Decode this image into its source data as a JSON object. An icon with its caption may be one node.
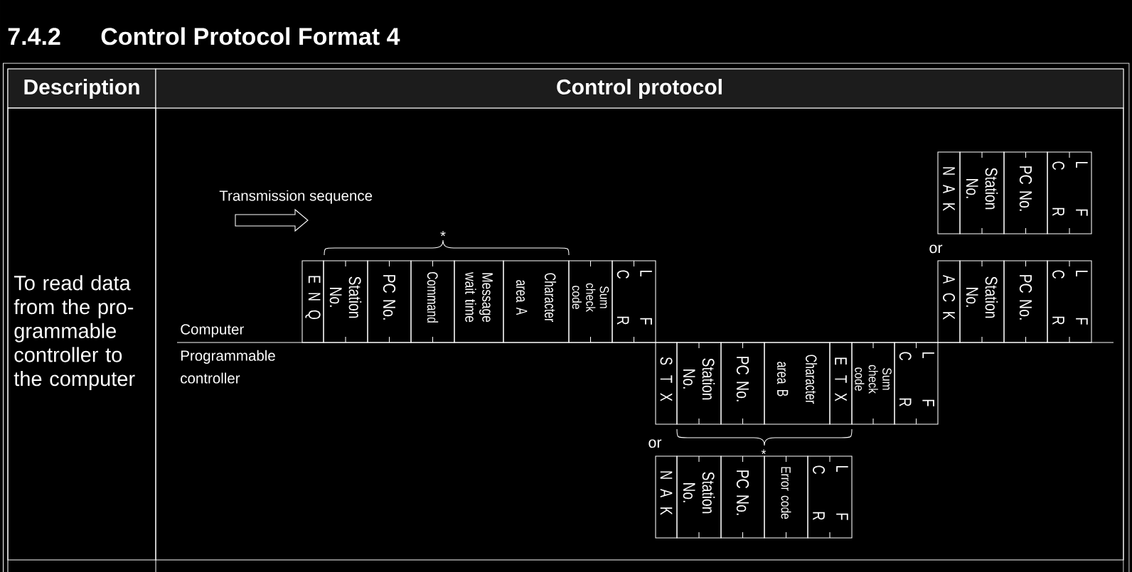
{
  "diagram": {
    "title": "Control Protocol Format 4",
    "nodes": [
      {
        "text": [
          "E N Q"
        ]
      },
      {
        "text": [
          "Station No."
        ]
      },
      {
        "text": [
          "PC No."
        ]
      },
      {
        "text": [
          "Command"
        ]
      },
      {
        "text": [
          "Message wait time"
        ]
      },
      {
        "text": [
          "Character area A"
        ]
      },
      {
        "text": [
          "Sum check code"
        ]
      },
      {
        "text": [
          "C R",
          "L F"
        ]
      },
      {
        "text": [
          "S T X"
        ]
      },
      {
        "text": [
          "Station No."
        ]
      },
      {
        "text": [
          "PC No."
        ]
      },
      {
        "text": [
          "Character area B"
        ]
      },
      {
        "text": [
          "E T X"
        ]
      },
      {
        "text": [
          "Sum check code"
        ]
      },
      {
        "text": [
          "C R",
          "L F"
        ]
      },
      {
        "text": [
          "N A K"
        ]
      },
      {
        "text": [
          "Station No."
        ]
      },
      {
        "text": [
          "PC No."
        ]
      },
      {
        "text": [
          "Error code"
        ]
      },
      {
        "text": [
          "C R",
          "L F"
        ]
      },
      {
        "text": [
          "N A K"
        ]
      },
      {
        "text": [
          "Station No."
        ]
      },
      {
        "text": [
          "PC No."
        ]
      },
      {
        "text": [
          "C R",
          "L F"
        ]
      },
      {
        "text": [
          "A C K"
        ]
      },
      {
        "text": [
          "Station No."
        ]
      },
      {
        "text": [
          "PC No."
        ]
      },
      {
        "text": [
          "C R",
          "L F"
        ]
      }
    ],
    "labels": [
      "7.4.2",
      "Description",
      "Control protocol",
      "To read data from the pro- grammable controller to the computer",
      "Transmission sequence",
      "*",
      "or",
      "Computer",
      "Programmable controller",
      "or",
      "*"
    ]
  }
}
